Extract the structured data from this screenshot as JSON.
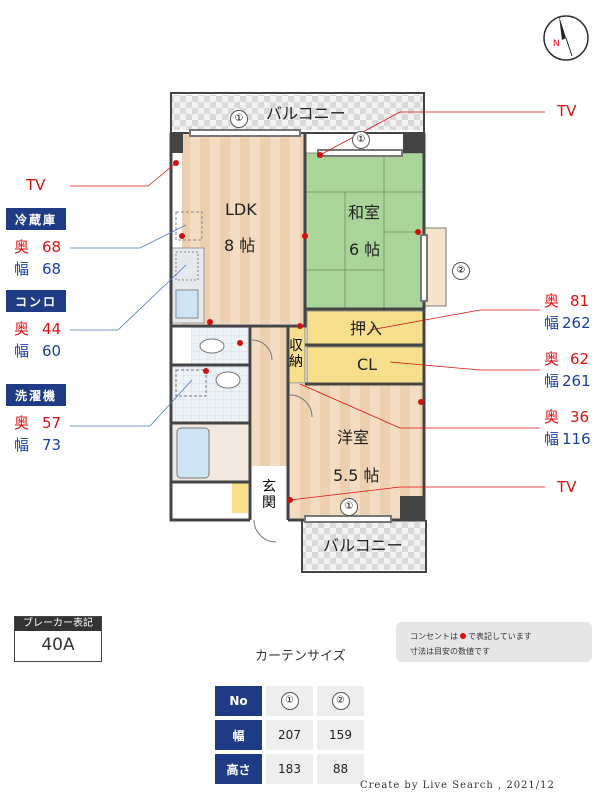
{
  "compass": {
    "label": "N"
  },
  "rooms": {
    "ldk_name": "LDK",
    "ldk_size": "8 帖",
    "washitsu_name": "和室",
    "washitsu_size": "6 帖",
    "youshitsu_name": "洋室",
    "youshitsu_size": "5.5 帖",
    "oshiire": "押入",
    "cl": "CL",
    "shuno": "収納",
    "genkan": "玄関",
    "balcony_top": "バルコニー",
    "balcony_bottom": "バルコニー"
  },
  "window_markers": [
    "①",
    "①",
    "②",
    "①"
  ],
  "tv_labels": [
    "TV",
    "TV",
    "TV"
  ],
  "left_appliances": [
    {
      "name": "冷蔵庫",
      "depth_label": "奥",
      "depth": "68",
      "width_label": "幅",
      "width": "68"
    },
    {
      "name": "コンロ",
      "depth_label": "奥",
      "depth": "44",
      "width_label": "幅",
      "width": "60"
    },
    {
      "name": "洗濯機",
      "depth_label": "奥",
      "depth": "57",
      "width_label": "幅",
      "width": "73"
    }
  ],
  "right_storage": [
    {
      "depth_label": "奥",
      "depth": "81",
      "width_label": "幅",
      "width": "262"
    },
    {
      "depth_label": "奥",
      "depth": "62",
      "width_label": "幅",
      "width": "261"
    },
    {
      "depth_label": "奥",
      "depth": "36",
      "width_label": "幅",
      "width": "116"
    }
  ],
  "breaker": {
    "title": "ブレーカー表記",
    "value": "40A"
  },
  "notes": {
    "line1_pre": "コンセントは",
    "line1_post": "で表記しています",
    "line2": "寸法は目安の数値です"
  },
  "curtain": {
    "title": "カーテンサイズ",
    "header": {
      "label": "No",
      "c1": "①",
      "c2": "②"
    },
    "rows": [
      {
        "label": "幅",
        "c1": "207",
        "c2": "159"
      },
      {
        "label": "高さ",
        "c1": "183",
        "c2": "88"
      }
    ]
  },
  "credit": "Create by Live Search , 2021/12",
  "colors": {
    "outlet": "#d11111",
    "header_blue": "#1f3b86",
    "wood": "#f2dcc0",
    "tatami": "#a9d49a",
    "closet": "#f7df8c"
  }
}
